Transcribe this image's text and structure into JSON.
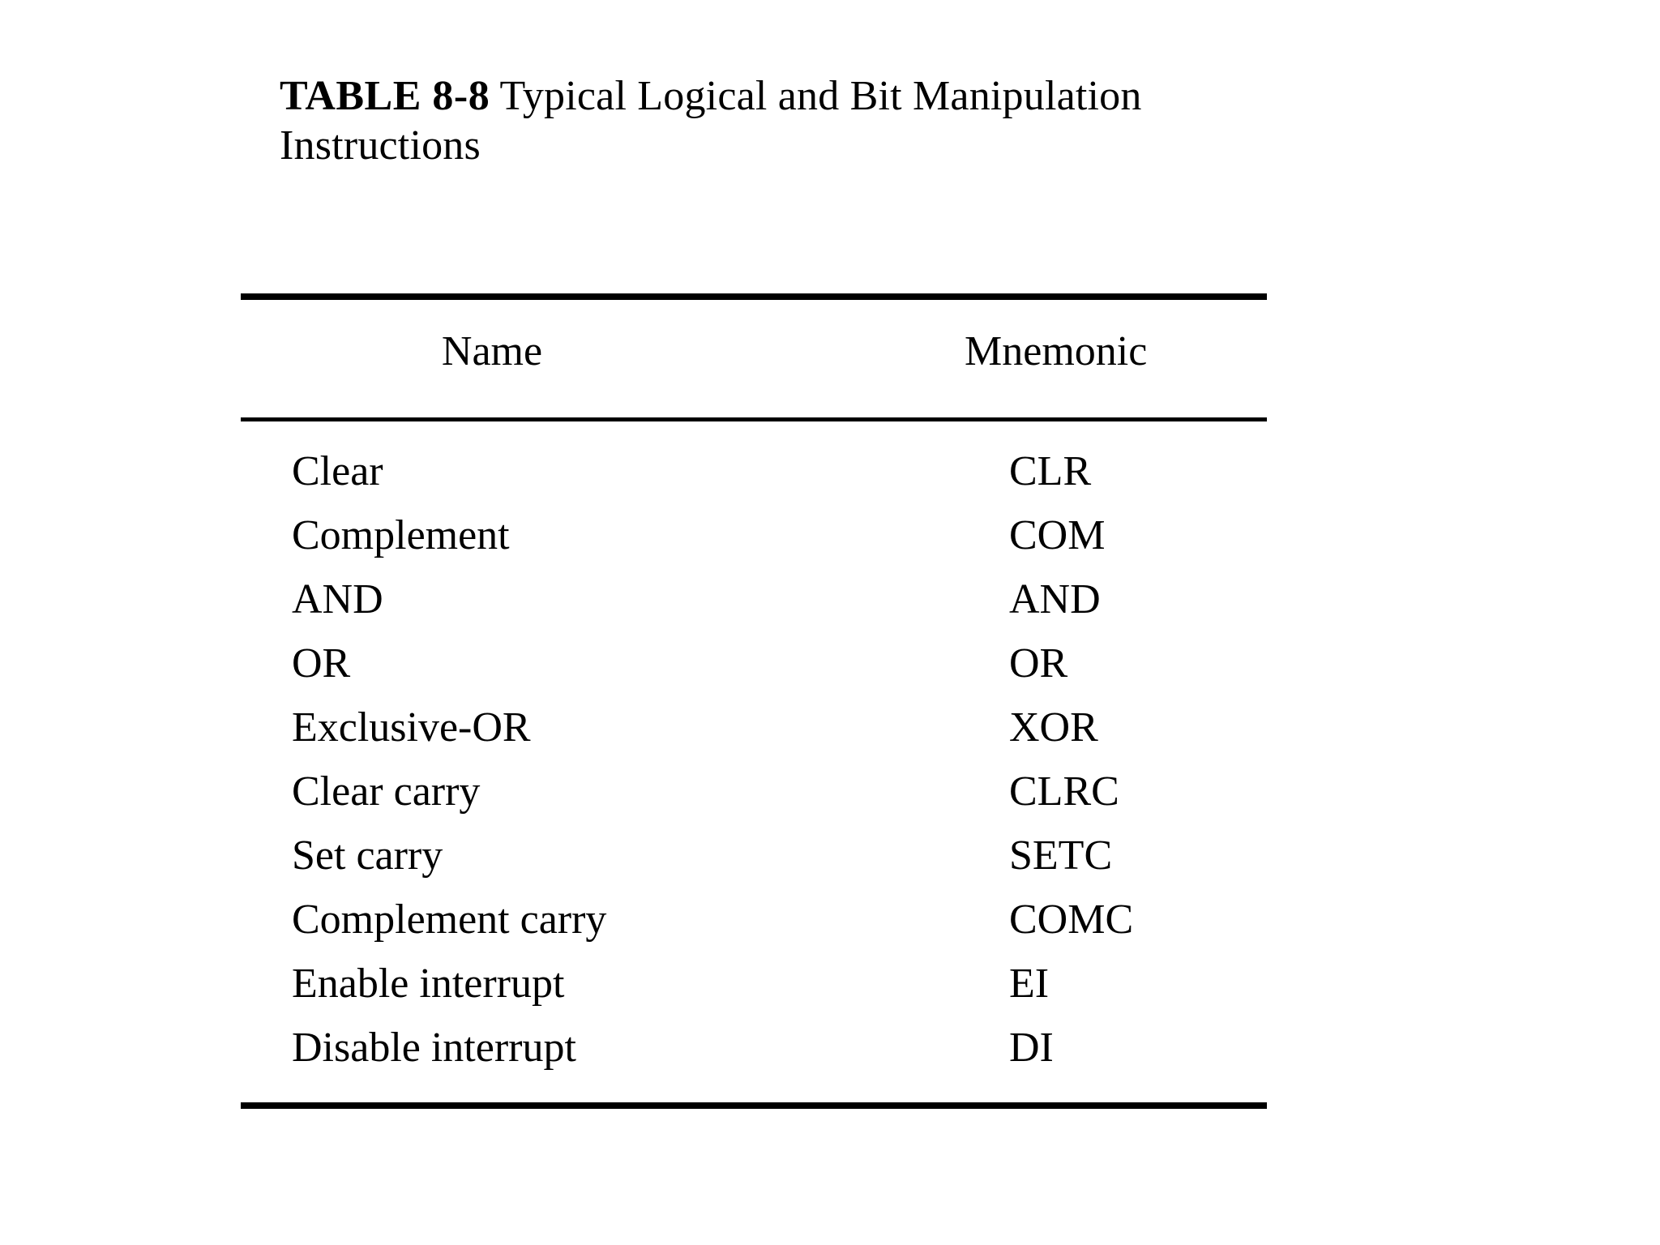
{
  "caption": {
    "label": "TABLE 8-8",
    "text": "Typical Logical and Bit Manipulation Instructions"
  },
  "table": {
    "columns": [
      "Name",
      "Mnemonic"
    ],
    "rows": [
      {
        "name": "Clear",
        "mnemonic": "CLR"
      },
      {
        "name": "Complement",
        "mnemonic": "COM"
      },
      {
        "name": "AND",
        "mnemonic": "AND"
      },
      {
        "name": "OR",
        "mnemonic": "OR"
      },
      {
        "name": "Exclusive-OR",
        "mnemonic": "XOR"
      },
      {
        "name": "Clear carry",
        "mnemonic": "CLRC"
      },
      {
        "name": "Set carry",
        "mnemonic": "SETC"
      },
      {
        "name": "Complement carry",
        "mnemonic": "COMC"
      },
      {
        "name": "Enable interrupt",
        "mnemonic": "EI"
      },
      {
        "name": "Disable interrupt",
        "mnemonic": "DI"
      }
    ]
  },
  "colors": {
    "background": "#ffffff",
    "text": "#000000",
    "rule": "#000000"
  }
}
